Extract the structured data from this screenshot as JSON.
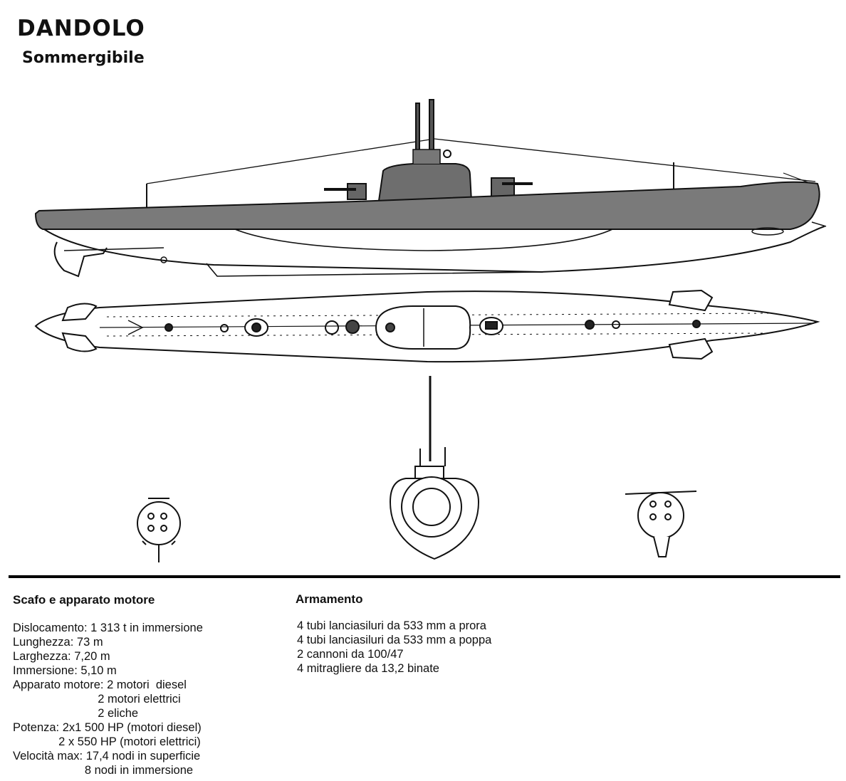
{
  "header": {
    "title": "DANDOLO",
    "subtitle": "Sommergibile"
  },
  "drawing": {
    "views": [
      "side-profile",
      "top-plan",
      "bow-section",
      "midship-section",
      "stern-section"
    ],
    "hull_color": "#7a7a7a",
    "line_color": "#111111"
  },
  "specs": {
    "heading": "Scafo e apparato motore",
    "lines": [
      "Dislocamento: 1 313 t in immersione",
      "Lunghezza: 73 m",
      "Larghezza: 7,20 m",
      "Immersione: 5,10 m",
      "Apparato motore: 2 motori  diesel",
      "                          2 motori elettrici",
      "                          2 eliche",
      "Potenza: 2x1 500 HP (motori diesel)",
      "              2 x 550 HP (motori elettrici)",
      "Velocità max: 17,4 nodi in superficie",
      "                      8 nodi in immersione"
    ]
  },
  "armament": {
    "heading": "Armamento",
    "lines": [
      "4 tubi lanciasiluri da 533 mm a prora",
      "4 tubi lanciasiluri da 533 mm a poppa",
      "2 cannoni da 100/47",
      "4 mitragliere da 13,2 binate"
    ]
  }
}
